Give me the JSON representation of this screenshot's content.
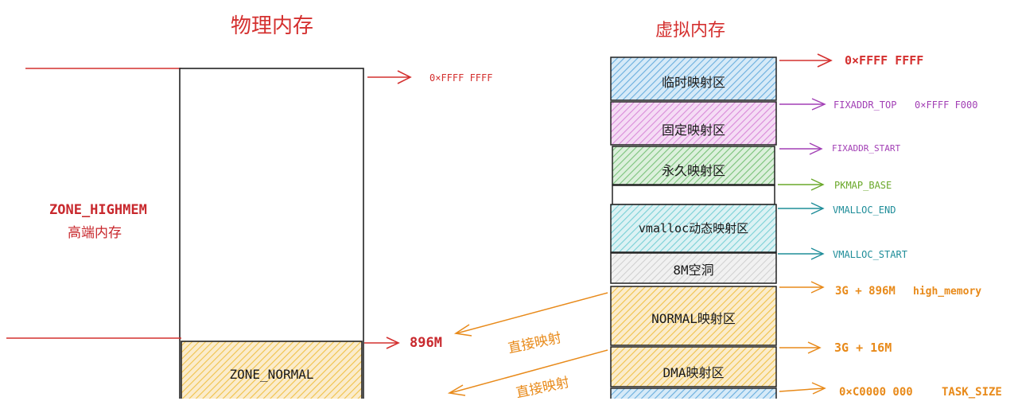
{
  "titles": {
    "physical": "物理内存",
    "virtual": "虚拟内存"
  },
  "physical": {
    "top_addr": "0×FFFF FFFF",
    "highmem_label": "ZONE_HIGHMEM",
    "highmem_sub": "高端内存",
    "boundary_896": "896M",
    "normal_label": "ZONE_NORMAL"
  },
  "virtual": {
    "regions": [
      {
        "label": "临时映射区",
        "color": "#6aaede"
      },
      {
        "label": "固定映射区",
        "color": "#d98ad9"
      },
      {
        "label": "永久映射区",
        "color": "#7ac27a"
      },
      {
        "label": "",
        "color": "#ffffff"
      },
      {
        "label": "vmalloc动态映射区",
        "color": "#7ad0d6"
      },
      {
        "label": "8M空洞",
        "color": "#d8d8d8"
      },
      {
        "label": "NORMAL映射区",
        "color": "#f0c24a"
      },
      {
        "label": "DMA映射区",
        "color": "#f0c24a"
      },
      {
        "label": "",
        "color": "#6aaede"
      }
    ],
    "addresses": {
      "top": "0×FFFF FFFF",
      "fixaddr_top": "FIXADDR_TOP",
      "fixaddr_top_val": "0×FFFF F000",
      "fixaddr_start": "FIXADDR_START",
      "pkmap_base": "PKMAP_BASE",
      "vmalloc_end": "VMALLOC_END",
      "vmalloc_start": "VMALLOC_START",
      "high_memory_val": "3G + 896M",
      "high_memory": "high_memory",
      "dma_top": "3G + 16M",
      "task_size_val": "0×C0000 000",
      "task_size": "TASK_SIZE"
    }
  },
  "mapping": {
    "direct1": "直接映射",
    "direct2": "直接映射"
  },
  "colors": {
    "red": "#d4302f",
    "purple": "#a23fb5",
    "green": "#6aa82a",
    "teal": "#1f8d99",
    "orange": "#e88a1a",
    "blue_fill": "#6aaede",
    "pink_fill": "#d98ad9",
    "green_fill": "#7ac27a",
    "cyan_fill": "#7ad0d6",
    "gray_fill": "#d8d8d8",
    "yellow_fill": "#f0c24a"
  }
}
